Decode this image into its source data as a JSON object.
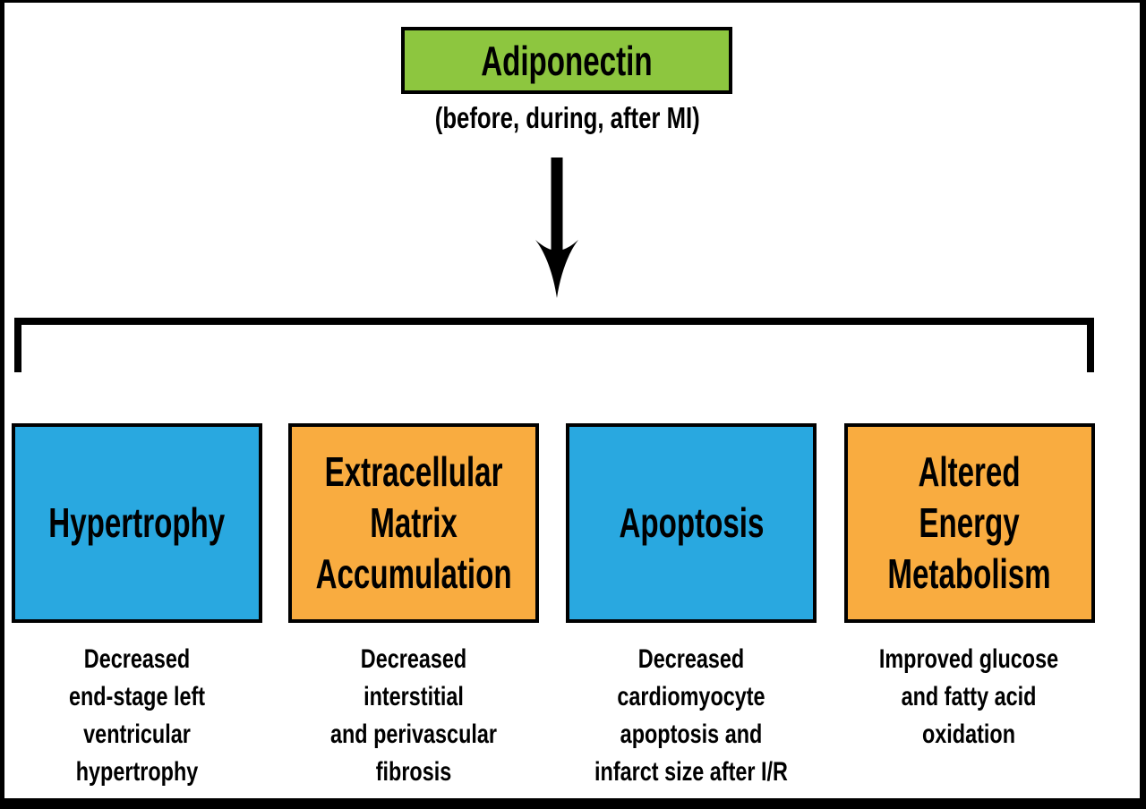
{
  "palette": {
    "green": "#8DC63F",
    "blue": "#29A8E0",
    "orange": "#F9AC40",
    "line": "#000000"
  },
  "header": {
    "source_label": "Adiponectin",
    "timing_note": "(before, during, after MI)"
  },
  "outcomes": [
    {
      "title": "Hypertrophy",
      "color": "#29A8E0",
      "description": "Decreased\nend-stage left\nventricular\nhypertrophy"
    },
    {
      "title": "Extracellular\nMatrix\nAccumulation",
      "color": "#F9AC40",
      "description": "Decreased\ninterstitial\nand perivascular\nfibrosis"
    },
    {
      "title": "Apoptosis",
      "color": "#29A8E0",
      "description": "Decreased\ncardiomyocyte\napoptosis and\ninfarct size after I/R"
    },
    {
      "title": "Altered\nEnergy\nMetabolism",
      "color": "#F9AC40",
      "description": "Improved glucose\nand fatty acid\noxidation"
    }
  ]
}
